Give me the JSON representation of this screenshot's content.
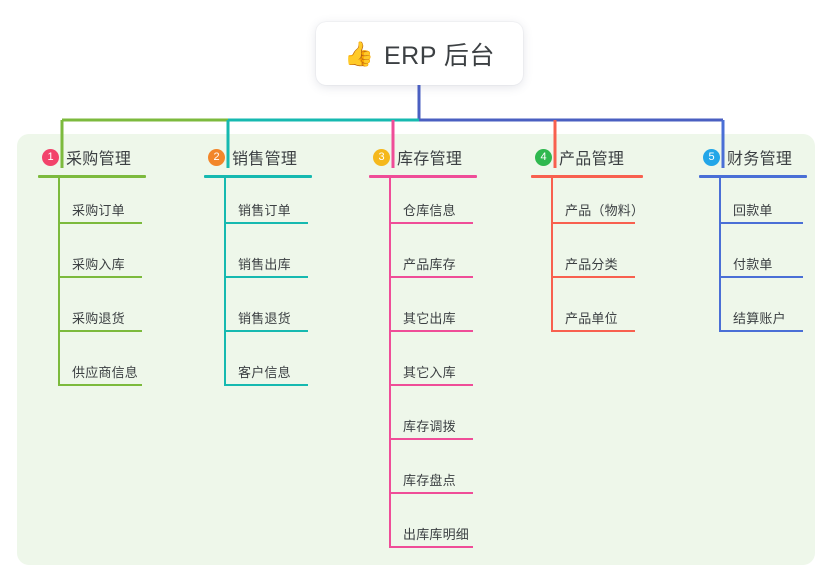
{
  "canvas": {
    "background": "#ffffff",
    "board_color": "#eef7ea"
  },
  "root": {
    "icon": "thumbs-up-icon",
    "emoji": "👍",
    "title": "ERP 后台",
    "stem_color": "#4a5fc1"
  },
  "bus": {
    "segments": [
      {
        "name": "segment-purchasing",
        "color": "#7cba3d"
      },
      {
        "name": "segment-sales",
        "color": "#16b9b0"
      },
      {
        "name": "segment-finance",
        "color": "#4a5fc1"
      }
    ]
  },
  "columns": [
    {
      "id": "purchasing",
      "number": "1",
      "title": "采购管理",
      "badge_color": "#f2436b",
      "line_color": "#7cba3d",
      "stem_color": "#7cba3d",
      "leaves": [
        "采购订单",
        "采购入库",
        "采购退货",
        "供应商信息"
      ]
    },
    {
      "id": "sales",
      "number": "2",
      "title": "销售管理",
      "badge_color": "#f2862a",
      "line_color": "#16b9b0",
      "stem_color": "#16b9b0",
      "leaves": [
        "销售订单",
        "销售出库",
        "销售退货",
        "客户信息"
      ]
    },
    {
      "id": "inventory",
      "number": "3",
      "title": "库存管理",
      "badge_color": "#f5b81c",
      "line_color": "#ef4d98",
      "stem_color": "#ef4d98",
      "leaves": [
        "仓库信息",
        "产品库存",
        "其它出库",
        "其它入库",
        "库存调拨",
        "库存盘点",
        "出库库明细"
      ]
    },
    {
      "id": "product",
      "number": "4",
      "title": "产品管理",
      "badge_color": "#2fb84f",
      "line_color": "#f8604f",
      "stem_color": "#f8604f",
      "leaves": [
        "产品（物料）",
        "产品分类",
        "产品单位"
      ]
    },
    {
      "id": "finance",
      "number": "5",
      "title": "财务管理",
      "badge_color": "#22a6e8",
      "line_color": "#4a6fd6",
      "stem_color": "#4a6fd6",
      "leaves": [
        "回款单",
        "付款单",
        "结算账户"
      ]
    }
  ]
}
